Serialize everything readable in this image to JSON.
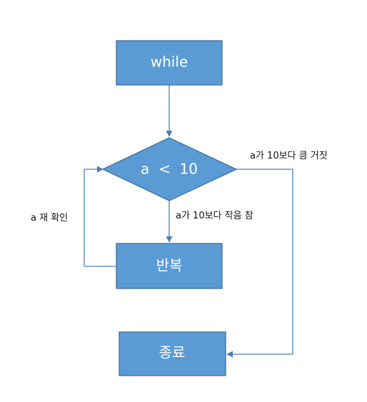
{
  "colors": {
    "node_fill": "#5b9bd5",
    "node_stroke": "#41719c",
    "connector": "#4a7ebb",
    "node_text": "#ffffff",
    "label_text": "#111111"
  },
  "nodes": {
    "start": {
      "label": "while"
    },
    "condition": {
      "label": "a  <  10"
    },
    "loop_body": {
      "label": "반복"
    },
    "end": {
      "label": "종료"
    }
  },
  "edge_labels": {
    "false_branch": "a가 10보다 큼 거짓",
    "true_branch": "a가 10보다 작음 참",
    "recheck": "a 재 확인"
  }
}
